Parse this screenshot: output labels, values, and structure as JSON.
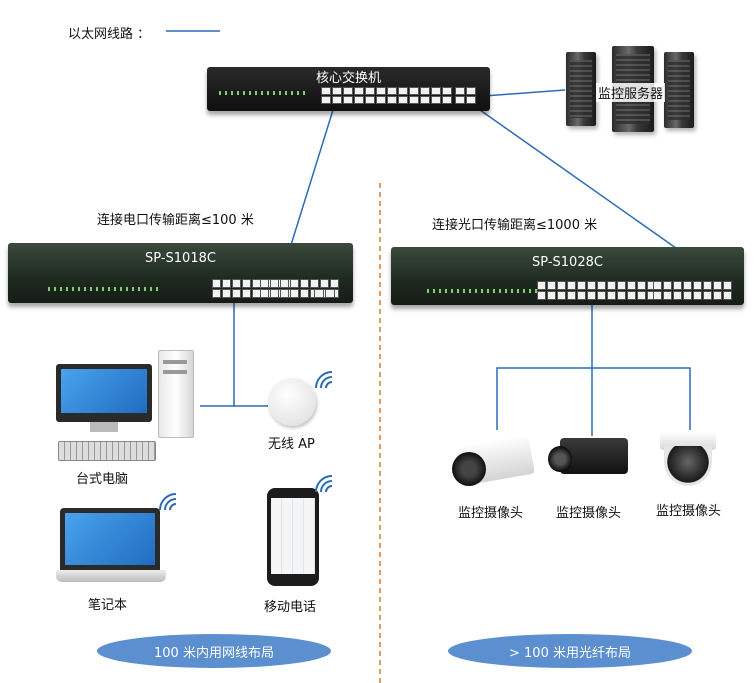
{
  "legend": {
    "label": "以太网线路 ："
  },
  "core_switch": {
    "label": "核心交换机"
  },
  "server": {
    "label": "监控服务器"
  },
  "left_switch": {
    "model": "SP-S1018C",
    "distance_label": "连接电口传输距离≤100 米"
  },
  "right_switch": {
    "model": "SP-S1028C",
    "distance_label": "连接光口传输距离≤1000 米"
  },
  "devices": {
    "desktop": "台式电脑",
    "ap": "无线 AP",
    "laptop": "笔记本",
    "phone": "移动电话",
    "camera_1": "监控摄像头",
    "camera_2": "监控摄像头",
    "camera_3": "监控摄像头"
  },
  "footer": {
    "left_pill": "100 米内用网线布局",
    "right_pill": "> 100 米用光纤布局"
  },
  "colors": {
    "link": "#2d6bb5",
    "divider": "#e07a2c",
    "pill": "#5b8fcf"
  }
}
